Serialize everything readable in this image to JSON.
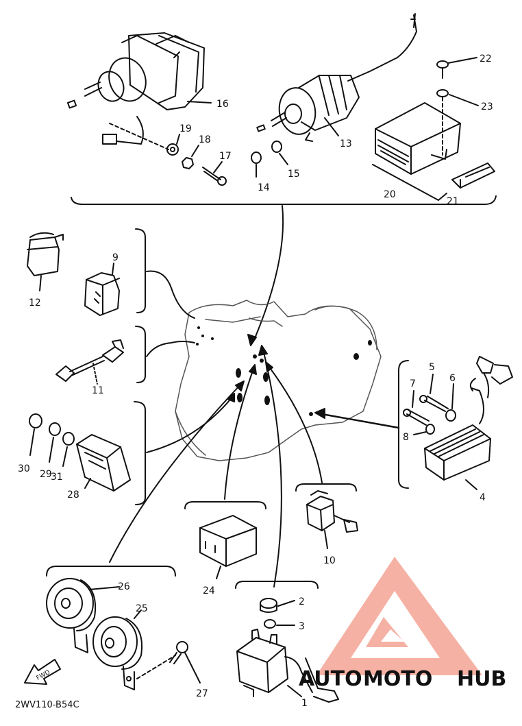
{
  "diagram": {
    "figure_code": "2WV110-B54C",
    "direction_label": "FWD",
    "callouts": {
      "c1": "1",
      "c2": "2",
      "c3": "3",
      "c4": "4",
      "c5": "5",
      "c6": "6",
      "c7": "7",
      "c8": "8",
      "c9": "9",
      "c10": "10",
      "c11": "11",
      "c12": "12",
      "c13": "13",
      "c14": "14",
      "c15": "15",
      "c16": "16",
      "c17": "17",
      "c18": "18",
      "c19": "19",
      "c20": "20",
      "c21": "21",
      "c22": "22",
      "c23": "23",
      "c24": "24",
      "c25": "25",
      "c26": "26",
      "c27": "27",
      "c28": "28",
      "c29": "29",
      "c30": "30",
      "c31": "31"
    }
  },
  "watermark": {
    "part_auto": "AUTO",
    "part_moto": "MOTO",
    "part_hub": "HUB",
    "color_light": "#f2b8a6",
    "color_red": "#e8422b",
    "color_gray": "#7a7a7a"
  }
}
